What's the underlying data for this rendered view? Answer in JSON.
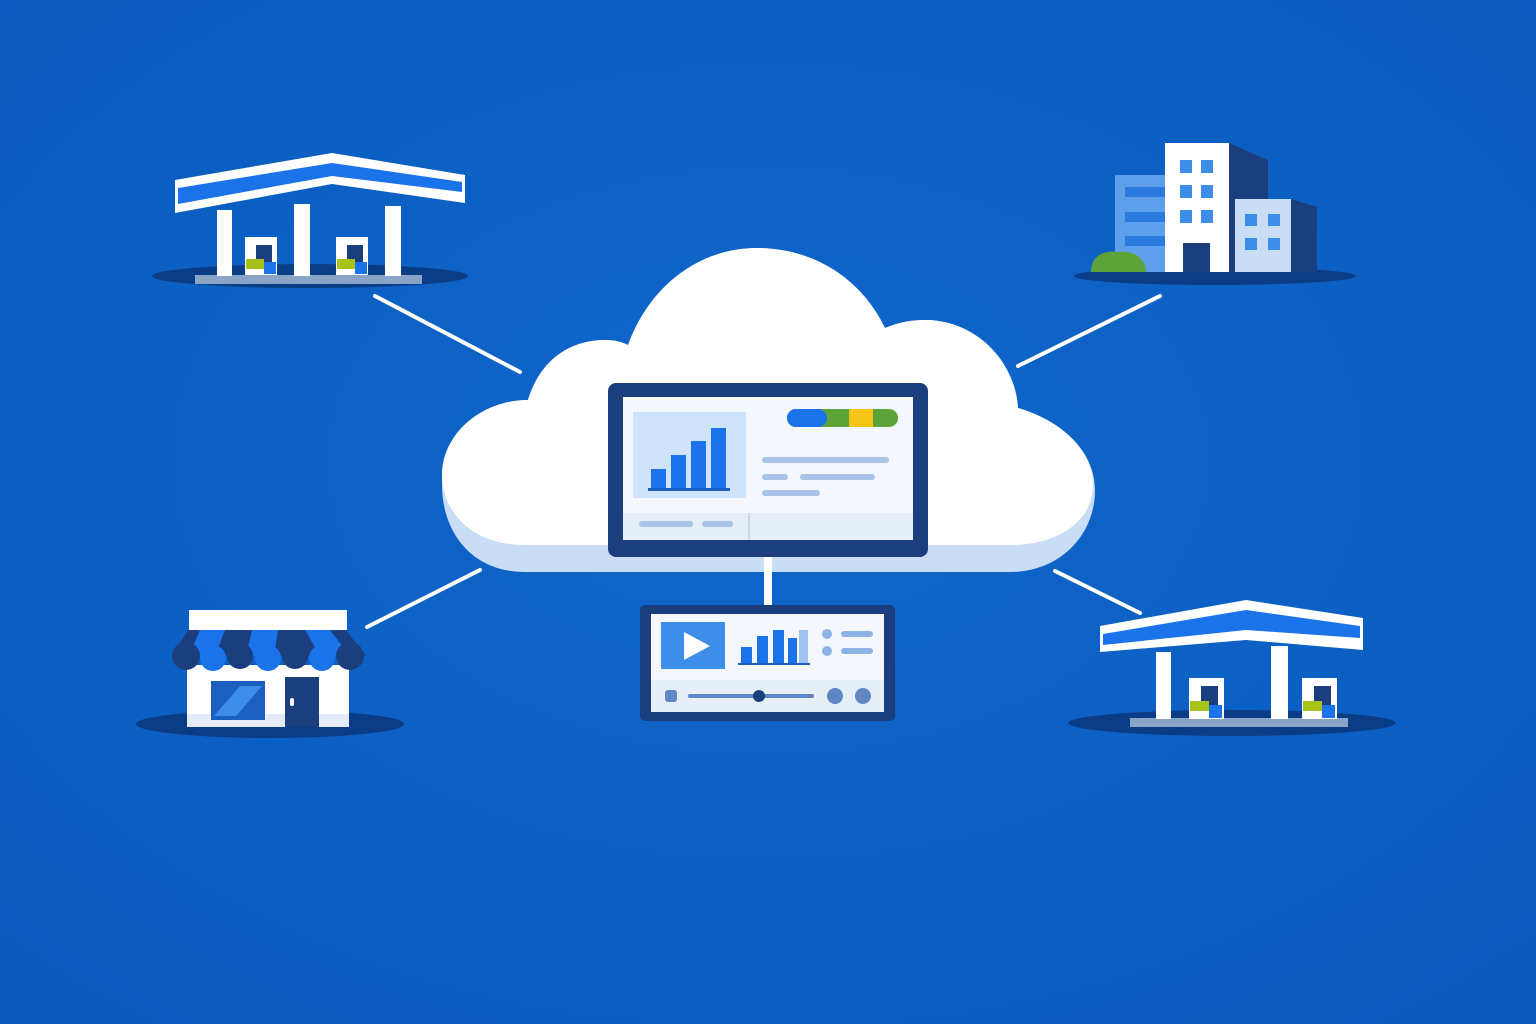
{
  "colors": {
    "background": "#0d62c4",
    "cloud": "#ffffff",
    "cloud_shade": "#c9def6",
    "navy": "#1b3f7e",
    "accent_blue": "#1a73e8",
    "light_blue": "#cfe4fb",
    "yellow": "#f5c518",
    "green": "#5ea33a",
    "lime": "#a9c218",
    "connector": "#ffffff"
  },
  "nodes": [
    {
      "id": "gas-station-top-left",
      "icon": "gas-station-icon"
    },
    {
      "id": "office-building-top-right",
      "icon": "office-building-icon"
    },
    {
      "id": "retail-store-bottom-left",
      "icon": "storefront-icon"
    },
    {
      "id": "gas-station-bottom-right",
      "icon": "gas-station-icon"
    }
  ],
  "hub": {
    "icon": "cloud-icon",
    "screen": "dashboard-monitor-icon",
    "panel": "media-player-panel-icon"
  },
  "dashboard": {
    "bar_chart_values": [
      2,
      4,
      6,
      8
    ],
    "status_bar_segments": [
      "#1a73e8",
      "#5ea33a",
      "#f5c518",
      "#5ea33a"
    ]
  },
  "media_panel": {
    "slider_progress": 0.5
  }
}
